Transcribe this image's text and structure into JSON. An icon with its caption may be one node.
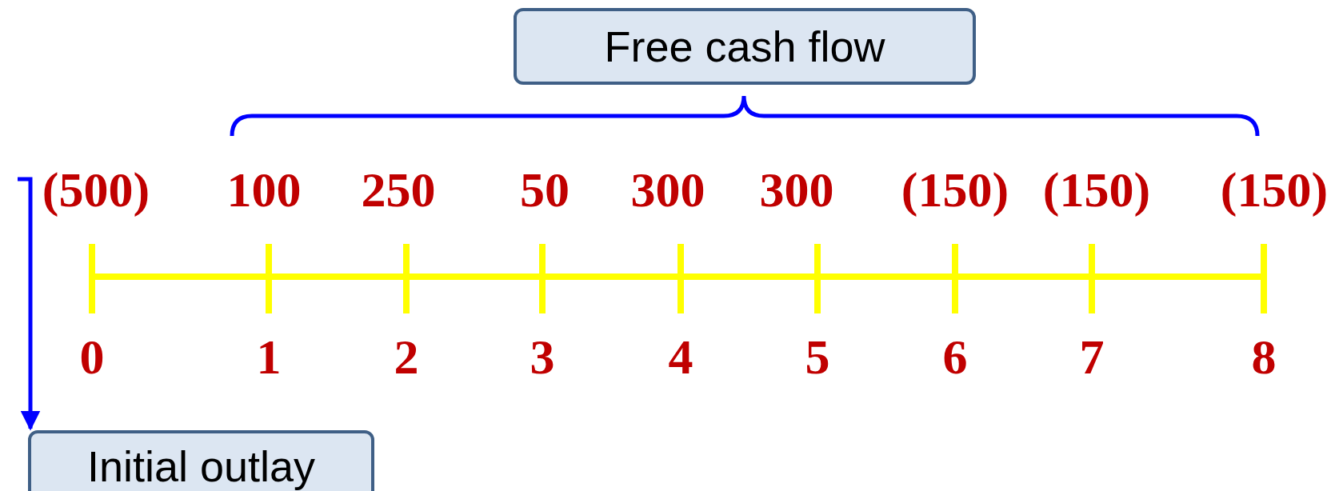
{
  "diagram": {
    "nodes": [
      {
        "text": [
          "Free cash flow"
        ]
      },
      {
        "text": [
          "(500)"
        ]
      },
      {
        "text": [
          "Initial outlay"
        ]
      }
    ],
    "edges": [
      {
        "from": 1,
        "to": 2,
        "arrow": "to"
      }
    ],
    "labels": [
      "100",
      "250",
      "50",
      "300",
      "300",
      "(150)",
      "(150)",
      "(150)",
      "0",
      "1",
      "2",
      "3",
      "4",
      "5",
      "6",
      "7",
      "8"
    ]
  }
}
